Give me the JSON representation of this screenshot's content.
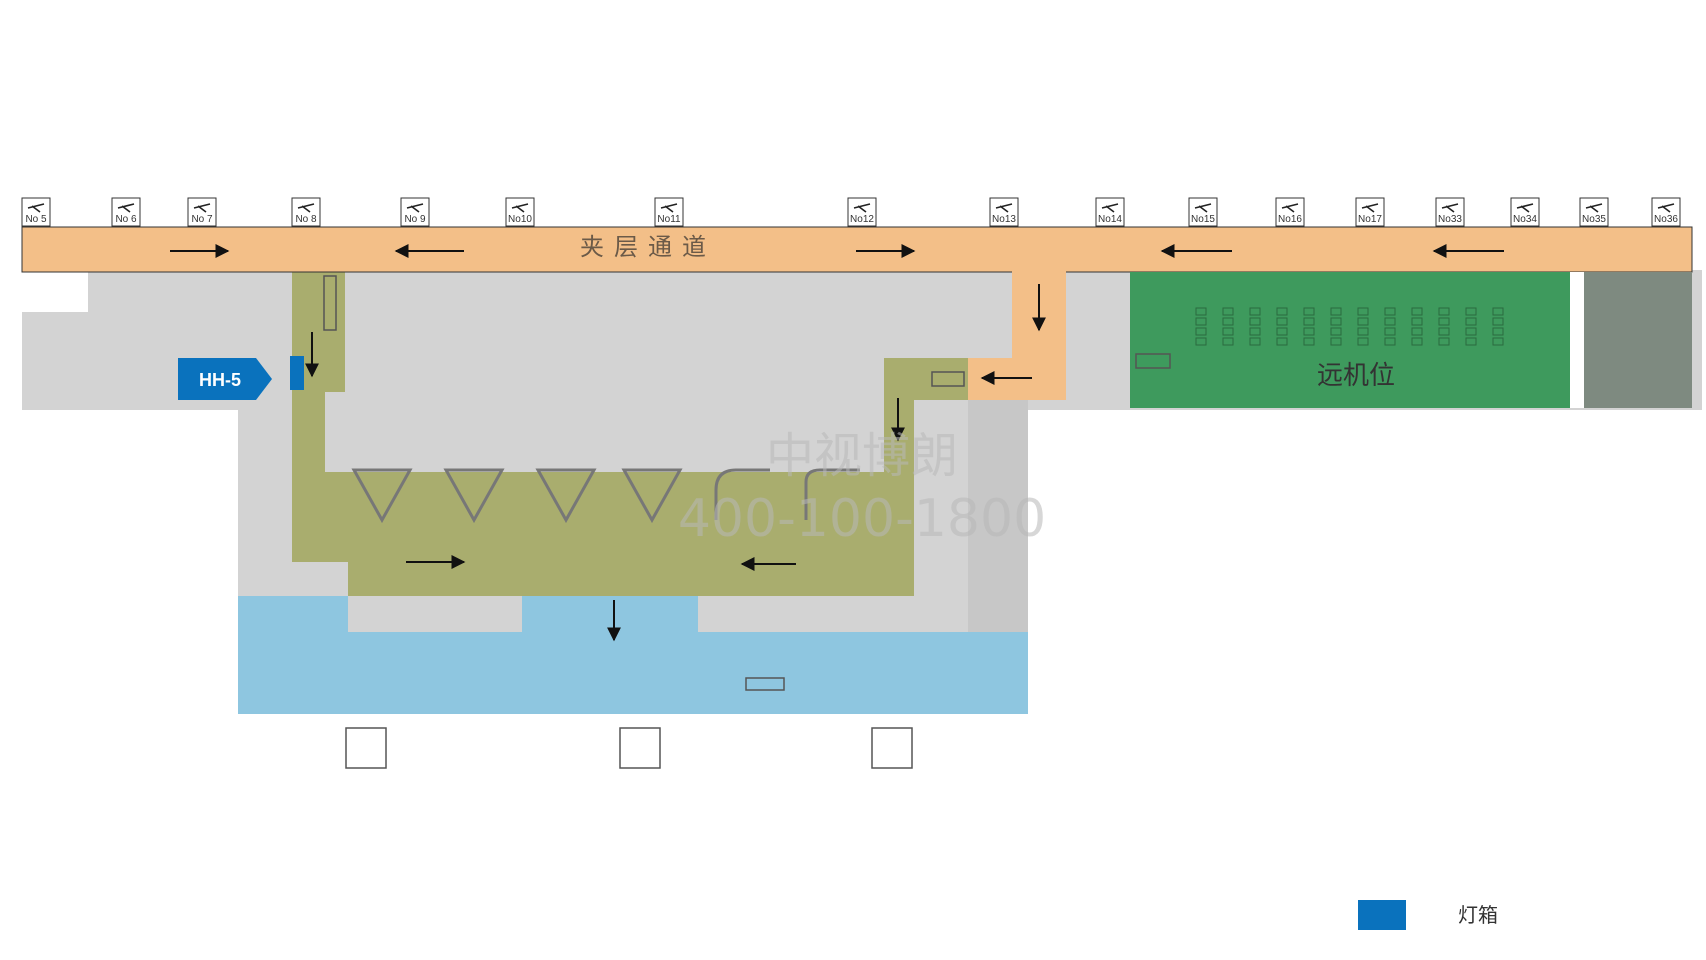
{
  "gates": [
    "No 5",
    "No 6",
    "No 7",
    "No 8",
    "No 9",
    "No10",
    "No11",
    "No12",
    "No13",
    "No14",
    "No15",
    "No16",
    "No17",
    "No33",
    "No34",
    "No35",
    "No36"
  ],
  "corridor_label": "夹层通道",
  "remote_stand_label": "远机位",
  "marker_label": "HH-5",
  "watermark": {
    "line1": "中视博朗",
    "line2": "400-100-1800"
  },
  "legend": {
    "label": "灯箱",
    "color": "#0a72bd"
  },
  "colors": {
    "corridor": "#f3bf88",
    "gate_area": "#a9ad6e",
    "baggage_hall": "#8ec6e0",
    "remote_stand": "#3e9a5d",
    "building": "#d3d3d3",
    "marker": "#0a72bd"
  }
}
